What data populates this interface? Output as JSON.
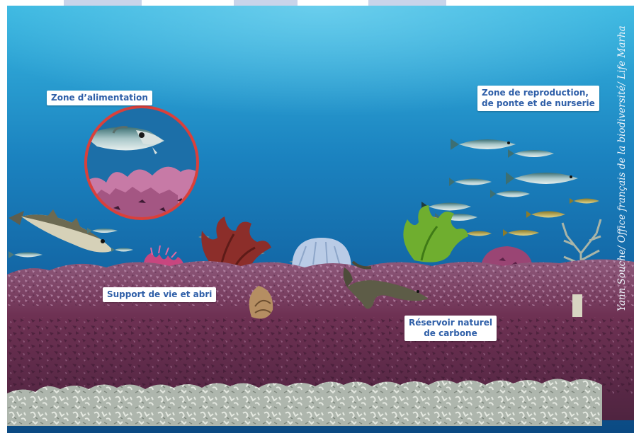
{
  "labels": {
    "feeding": "Zone d’alimentation",
    "reproduction_line1": "Zone de reproduction,",
    "reproduction_line2": "de ponte et de nurserie",
    "support": "Support de vie et abri",
    "reservoir_line1": "Réservoir naturel",
    "reservoir_line2": "de carbone"
  },
  "credit": "Yann Souche/ Office français de la biodiversité/ Life Marha",
  "colors": {
    "label_text": "#2f5fa8",
    "water_top": "#2aa7d6",
    "water_bottom": "#0c4f8c",
    "maerl": "#7a3c5c",
    "inset_ring": "#d9403b"
  }
}
